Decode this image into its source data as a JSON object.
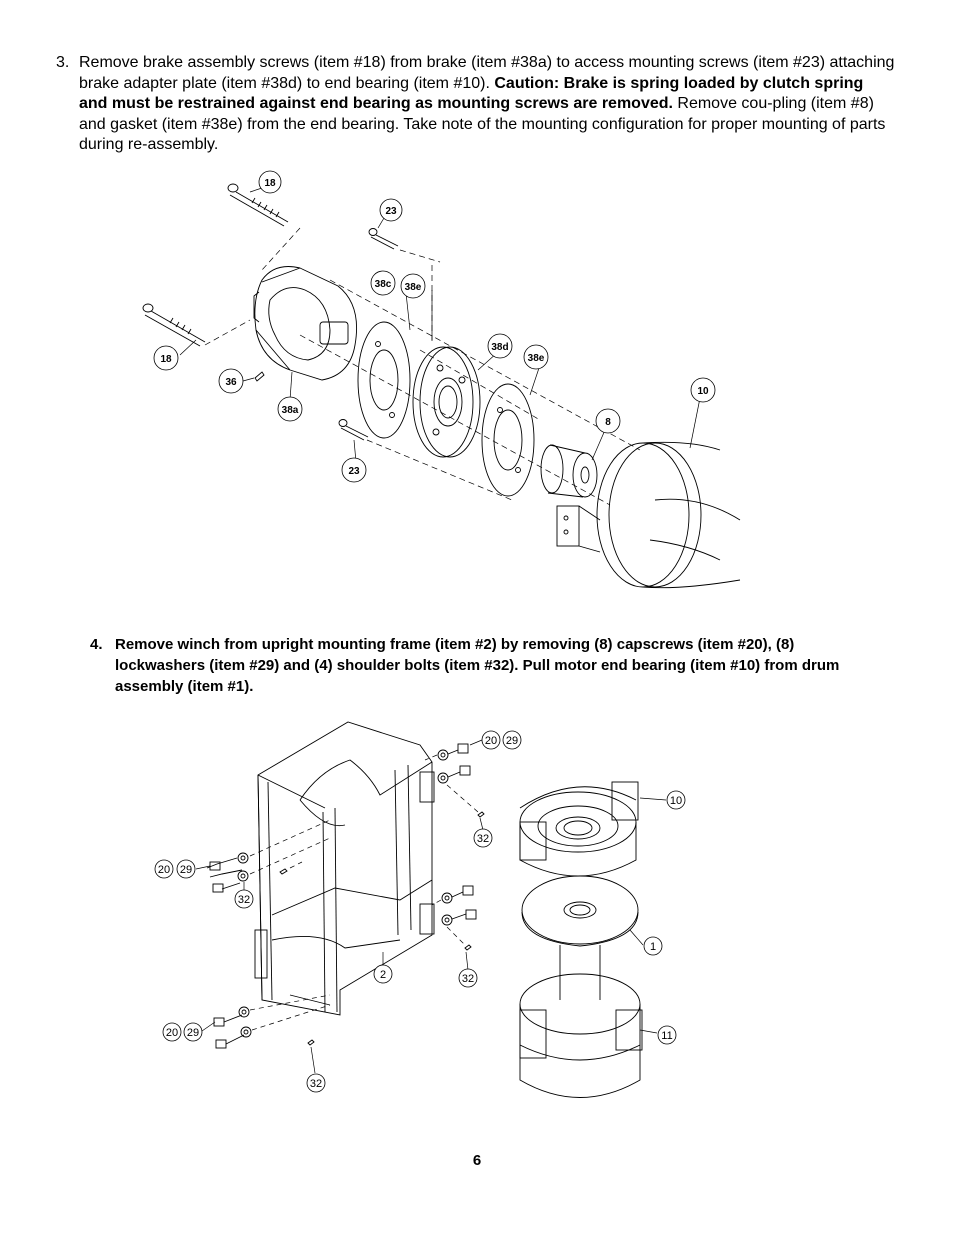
{
  "step3": {
    "number": "3.",
    "text_before": "Remove brake assembly screws (item #18) from brake (item #38a) to access mounting screws (item #23) attaching brake adapter plate (item #38d) to end bearing (item #10). ",
    "caution": "Caution: Brake is spring loaded by clutch spring and must be restrained against end bearing as mounting screws are removed.",
    "text_after": " Remove cou-pling (item #8) and gasket (item #38e) from the end bearing. Take note of the mounting configuration for proper mounting of parts during re-assembly."
  },
  "step4": {
    "number": "4.",
    "text": "Remove winch from upright mounting frame (item #2) by removing (8) capscrews (item #20), (8) lockwashers (item #29) and (4) shoulder bolts (item #32).  Pull motor end bearing (item #10) from drum assembly (item #1)."
  },
  "figure1_callouts": {
    "c18a": "18",
    "c23a": "23",
    "c38c": "38c",
    "c38e1": "38e",
    "c18b": "18",
    "c36": "36",
    "c38a": "38a",
    "c38d": "38d",
    "c38e2": "38e",
    "c10": "10",
    "c8": "8",
    "c23b": "23"
  },
  "figure2_callouts": {
    "c20_1": "20",
    "c29_1": "29",
    "c10": "10",
    "c32_1": "32",
    "c20_2": "20",
    "c29_2": "29",
    "c32_2": "32",
    "c1": "1",
    "c2": "2",
    "c32_3": "32",
    "c20_3": "20",
    "c29_3": "29",
    "c11": "11",
    "c32_4": "32"
  },
  "page_number": "6"
}
